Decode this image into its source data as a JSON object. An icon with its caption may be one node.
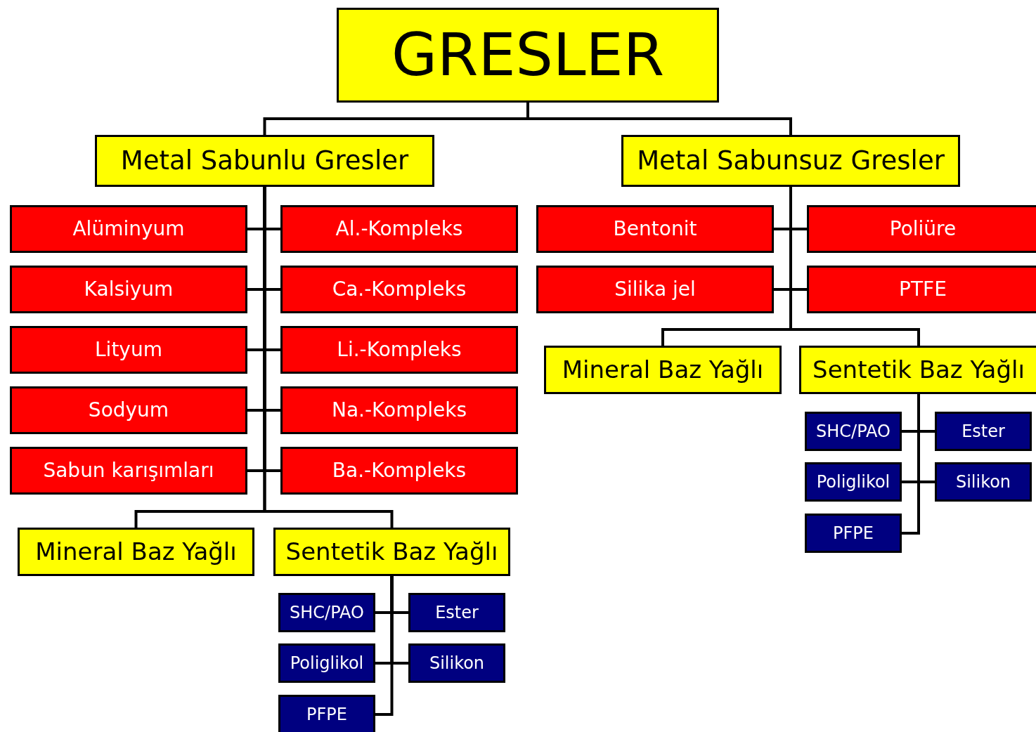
{
  "diagram": {
    "nodes": [
      {
        "text": [
          "GRESLER"
        ]
      },
      {
        "text": [
          "Metal Sabunlu Gresler"
        ]
      },
      {
        "text": [
          "Metal Sabunsuz Gresler"
        ]
      },
      {
        "text": [
          "Alüminyum"
        ]
      },
      {
        "text": [
          "Al.-Kompleks"
        ]
      },
      {
        "text": [
          "Kalsiyum"
        ]
      },
      {
        "text": [
          "Ca.-Kompleks"
        ]
      },
      {
        "text": [
          "Lityum"
        ]
      },
      {
        "text": [
          "Li.-Kompleks"
        ]
      },
      {
        "text": [
          "Sodyum"
        ]
      },
      {
        "text": [
          "Na.-Kompleks"
        ]
      },
      {
        "text": [
          "Sabun karışımları"
        ]
      },
      {
        "text": [
          "Ba.-Kompleks"
        ]
      },
      {
        "text": [
          "Bentonit"
        ]
      },
      {
        "text": [
          "Poliüre"
        ]
      },
      {
        "text": [
          "Silika jel"
        ]
      },
      {
        "text": [
          "PTFE"
        ]
      },
      {
        "text": [
          "Mineral Baz Yağlı"
        ]
      },
      {
        "text": [
          "Sentetik Baz Yağlı"
        ]
      },
      {
        "text": [
          "SHC/PAO"
        ]
      },
      {
        "text": [
          "Ester"
        ]
      },
      {
        "text": [
          "Poliglikol"
        ]
      },
      {
        "text": [
          "Silikon"
        ]
      },
      {
        "text": [
          "PFPE"
        ]
      },
      {
        "text": [
          "Mineral Baz Yağlı"
        ]
      },
      {
        "text": [
          "Sentetik Baz Yağlı"
        ]
      },
      {
        "text": [
          "SHC/PAO"
        ]
      },
      {
        "text": [
          "Ester"
        ]
      },
      {
        "text": [
          "Poliglikol"
        ]
      },
      {
        "text": [
          "Silikon"
        ]
      },
      {
        "text": [
          "PFPE"
        ]
      }
    ],
    "edges": [
      {
        "from": 0,
        "to": 1,
        "arrow": "none"
      },
      {
        "from": 0,
        "to": 2,
        "arrow": "none"
      },
      {
        "from": 1,
        "to": 3,
        "arrow": "none"
      },
      {
        "from": 1,
        "to": 4,
        "arrow": "none"
      },
      {
        "from": 1,
        "to": 5,
        "arrow": "none"
      },
      {
        "from": 1,
        "to": 6,
        "arrow": "none"
      },
      {
        "from": 1,
        "to": 7,
        "arrow": "none"
      },
      {
        "from": 1,
        "to": 8,
        "arrow": "none"
      },
      {
        "from": 1,
        "to": 9,
        "arrow": "none"
      },
      {
        "from": 1,
        "to": 10,
        "arrow": "none"
      },
      {
        "from": 1,
        "to": 11,
        "arrow": "none"
      },
      {
        "from": 1,
        "to": 12,
        "arrow": "none"
      },
      {
        "from": 1,
        "to": 17,
        "arrow": "none"
      },
      {
        "from": 1,
        "to": 18,
        "arrow": "none"
      },
      {
        "from": 2,
        "to": 13,
        "arrow": "none"
      },
      {
        "from": 2,
        "to": 14,
        "arrow": "none"
      },
      {
        "from": 2,
        "to": 15,
        "arrow": "none"
      },
      {
        "from": 2,
        "to": 16,
        "arrow": "none"
      },
      {
        "from": 2,
        "to": 24,
        "arrow": "none"
      },
      {
        "from": 2,
        "to": 25,
        "arrow": "none"
      },
      {
        "from": 18,
        "to": 19,
        "arrow": "none"
      },
      {
        "from": 18,
        "to": 20,
        "arrow": "none"
      },
      {
        "from": 18,
        "to": 21,
        "arrow": "none"
      },
      {
        "from": 18,
        "to": 22,
        "arrow": "none"
      },
      {
        "from": 18,
        "to": 23,
        "arrow": "none"
      },
      {
        "from": 25,
        "to": 26,
        "arrow": "none"
      },
      {
        "from": 25,
        "to": 27,
        "arrow": "none"
      },
      {
        "from": 25,
        "to": 28,
        "arrow": "none"
      },
      {
        "from": 25,
        "to": 29,
        "arrow": "none"
      },
      {
        "from": 25,
        "to": 30,
        "arrow": "none"
      }
    ]
  }
}
